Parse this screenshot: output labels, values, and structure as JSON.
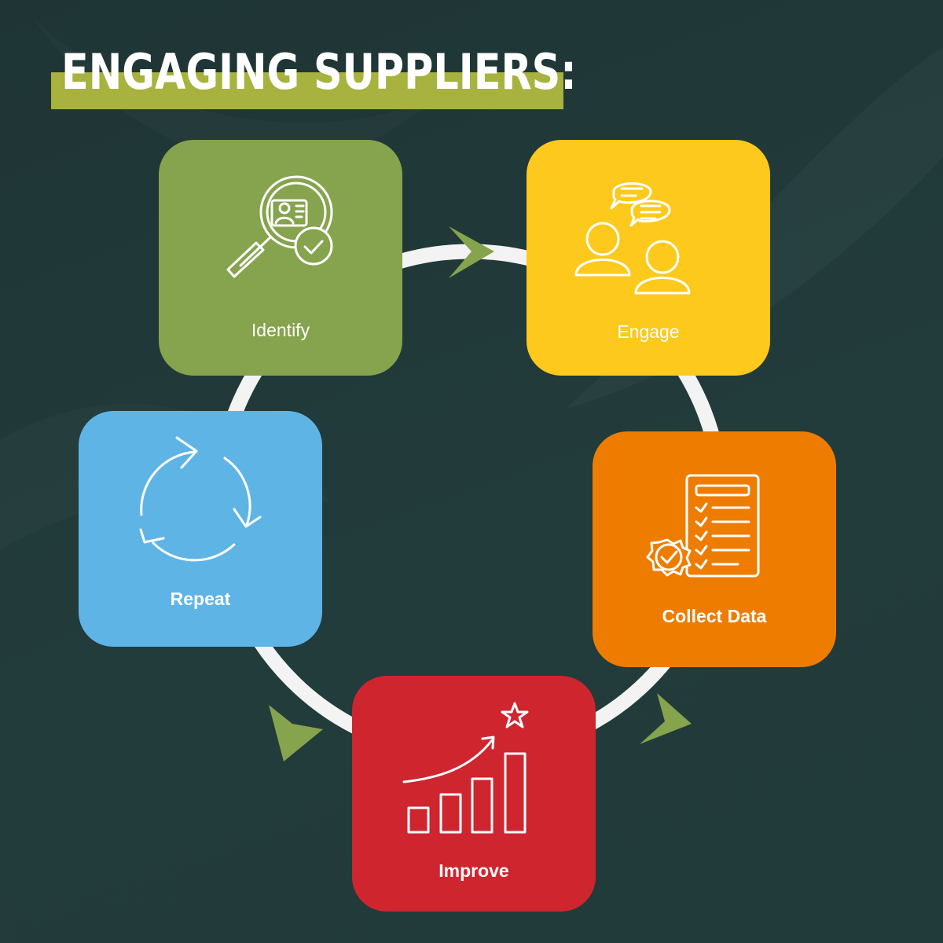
{
  "title": "ENGAGING SUPPLIERS:",
  "colors": {
    "background": "#213a3a",
    "title_highlight": "#a7b23f",
    "ring": "#f3f3f3",
    "arrow": "#86a34d",
    "identify": "#86a34d",
    "engage": "#fdc91c",
    "collect_data": "#ee7c00",
    "improve": "#ce252f",
    "repeat": "#5fb4e6"
  },
  "steps": [
    {
      "label": "Identify",
      "icon": "magnifier-profile-check-icon"
    },
    {
      "label": "Engage",
      "icon": "people-chat-icon"
    },
    {
      "label": "Collect Data",
      "icon": "checklist-badge-icon"
    },
    {
      "label": "Improve",
      "icon": "growth-chart-star-icon"
    },
    {
      "label": "Repeat",
      "icon": "cycle-arrows-icon"
    }
  ]
}
